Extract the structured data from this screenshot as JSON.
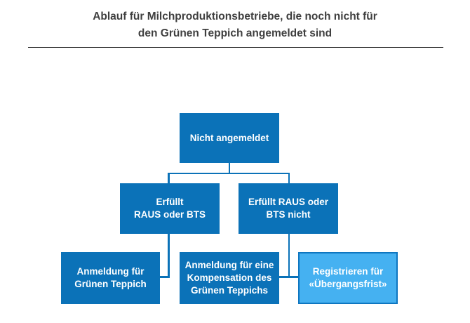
{
  "title": {
    "text": "Ablauf für Milchproduktionsbetriebe, die noch nicht für\nden Grünen Teppich angemeldet sind"
  },
  "flowchart": {
    "nodes": {
      "root": {
        "label": "Nicht angemeldet"
      },
      "fulfills_raus_bts": {
        "label": "Erfüllt\nRAUS oder BTS"
      },
      "fulfills_raus_bts_not": {
        "label": "Erfüllt RAUS oder\nBTS nicht"
      },
      "anmeldung_gruener_teppich": {
        "label": "Anmeldung für\nGrünen Teppich"
      },
      "anmeldung_kompensation": {
        "label": "Anmeldung für eine\nKompensation des\nGrünen Teppichs"
      },
      "registrieren_uebergangsfrist": {
        "label": "Registrieren für\n«Übergangsfrist»"
      }
    },
    "edges": [
      {
        "from": "root",
        "to": "fulfills_raus_bts"
      },
      {
        "from": "root",
        "to": "fulfills_raus_bts_not"
      },
      {
        "from": "fulfills_raus_bts",
        "to": "anmeldung_gruener_teppich"
      },
      {
        "from": "fulfills_raus_bts_not",
        "to": "anmeldung_kompensation"
      },
      {
        "from": "fulfills_raus_bts_not",
        "to": "registrieren_uebergangsfrist"
      }
    ]
  },
  "colors": {
    "box_blue": "#0B72B8",
    "light_box_fill": "#45B1F1",
    "light_box_border": "#0E76C0",
    "box_text": "#FFFFFF",
    "title_text": "#3F3F3F",
    "connector": "#0B72B8",
    "divider": "#262626"
  }
}
